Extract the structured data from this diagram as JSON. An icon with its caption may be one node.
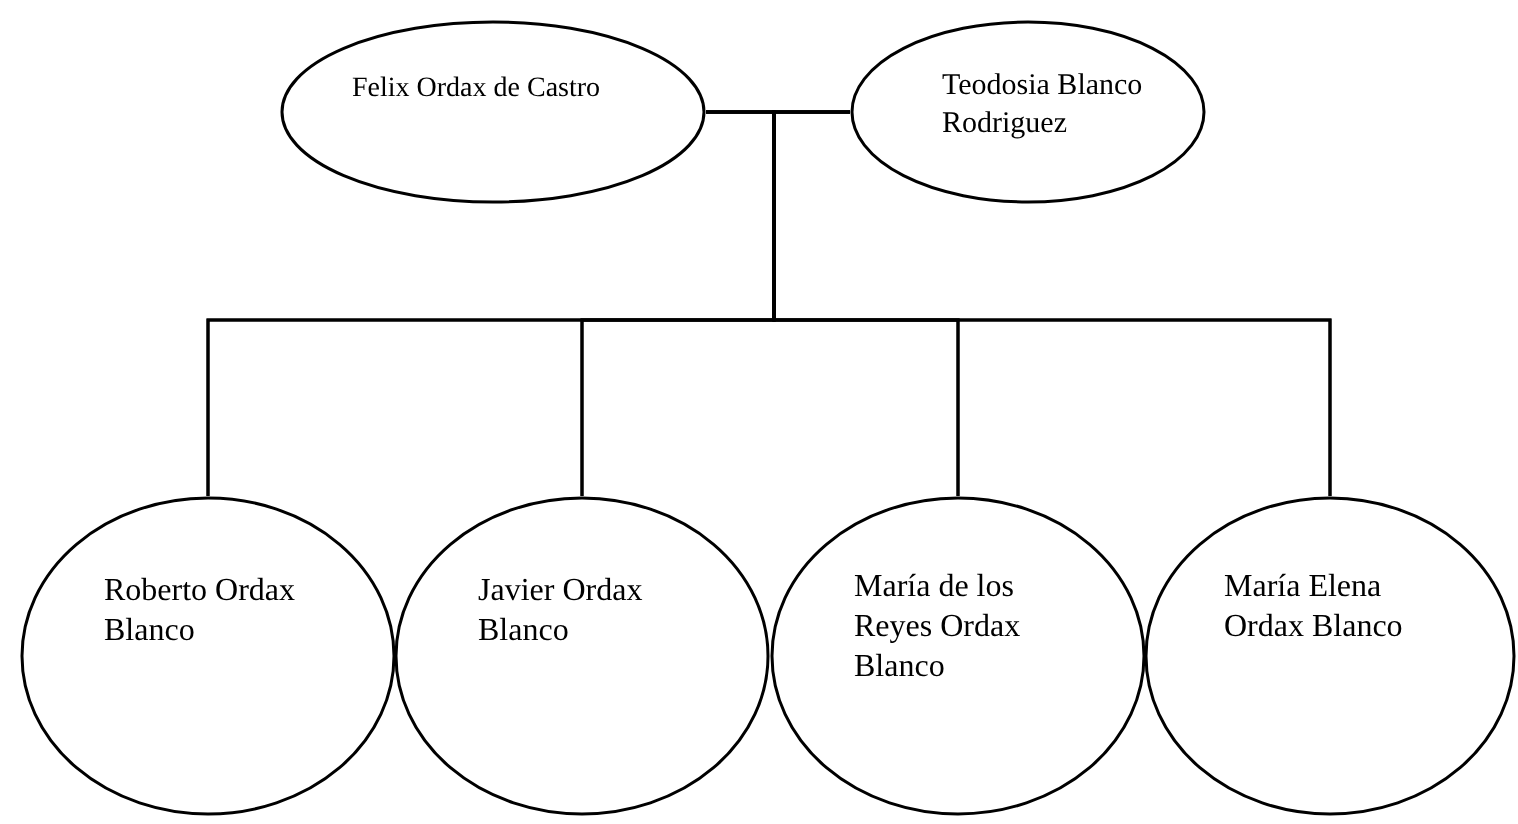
{
  "diagram": {
    "nodes": [
      {
        "text": [
          "Felix Ordax de Castro"
        ]
      },
      {
        "text": [
          "Teodosia Blanco Rodriguez"
        ]
      },
      {
        "text": [
          "Roberto Ordax Blanco"
        ]
      },
      {
        "text": [
          "Javier Ordax Blanco"
        ]
      },
      {
        "text": [
          "María de los Reyes Ordax Blanco"
        ]
      },
      {
        "text": [
          "María Elena Ordax Blanco"
        ]
      }
    ],
    "edges": [
      {
        "from": 0,
        "to": 1,
        "arrow": "none"
      },
      {
        "from": 0,
        "to": 2,
        "arrow": "none"
      },
      {
        "from": 0,
        "to": 3,
        "arrow": "none"
      },
      {
        "from": 0,
        "to": 4,
        "arrow": "none"
      },
      {
        "from": 0,
        "to": 5,
        "arrow": "none"
      },
      {
        "from": 1,
        "to": 2,
        "arrow": "none"
      },
      {
        "from": 1,
        "to": 3,
        "arrow": "none"
      },
      {
        "from": 1,
        "to": 4,
        "arrow": "none"
      },
      {
        "from": 1,
        "to": 5,
        "arrow": "none"
      }
    ]
  }
}
